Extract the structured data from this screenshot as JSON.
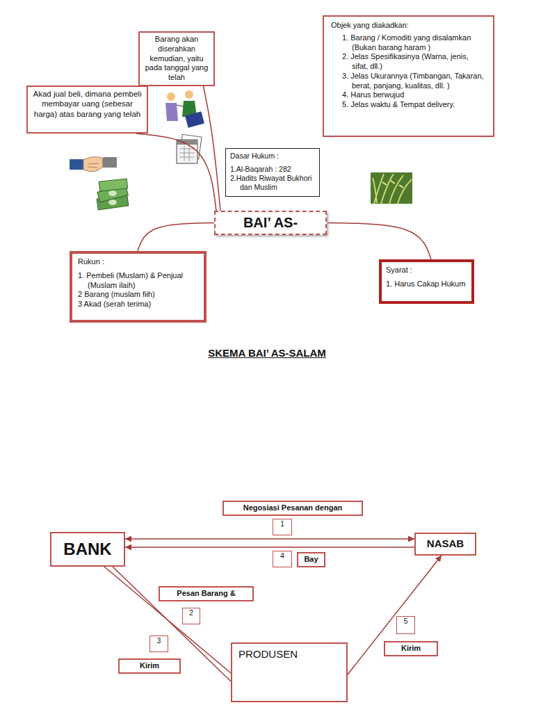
{
  "diagram": {
    "title": "SKEMA BAI’ AS-SALAM",
    "nodes": [
      {
        "text": [
          "Objek yang diakadkan:",
          "1. Barang / Komoditi yang disalamkan (Bukan barang haram )",
          "2. Jelas Spesifikasinya (Warna, jenis, sifat, dll.)",
          "3. Jelas Ukurannya (Timbangan, Takaran, berat, panjang, kualitas, dll. )",
          "4. Harus berwujud",
          "5. Jelas waktu & Tempat delivery."
        ]
      },
      {
        "text": [
          "Barang akan diserahkan kemudian, yaitu pada tanggal yang telah"
        ]
      },
      {
        "text": [
          "Akad jual beli, dimana pembeli membayar uang (sebesar harga) atas barang yang telah"
        ]
      },
      {
        "text": [
          "Dasar Hukum :",
          "1.Al-Baqarah : 282",
          "2.Hadits Riwayat Bukhori dan Muslim"
        ]
      },
      {
        "text": [
          "BAI’ AS-"
        ]
      },
      {
        "text": [
          "Rukun :",
          "1. Pembeli (Muslam) & Penjual (Muslam ilaih)",
          "2 Barang (muslam fiih)",
          "3 Akad (serah terima)"
        ]
      },
      {
        "text": [
          "Syarat :",
          "1. Harus Cakap Hukum"
        ]
      },
      {
        "text": [
          "Negosiasi Pesanan dengan"
        ]
      },
      {
        "text": [
          "1"
        ]
      },
      {
        "text": [
          "BANK"
        ]
      },
      {
        "text": [
          "NASAB"
        ]
      },
      {
        "text": [
          "4"
        ]
      },
      {
        "text": [
          "Bay"
        ]
      },
      {
        "text": [
          "Pesan Barang &"
        ]
      },
      {
        "text": [
          "2"
        ]
      },
      {
        "text": [
          "5"
        ]
      },
      {
        "text": [
          "3"
        ]
      },
      {
        "text": [
          "Kirim"
        ]
      },
      {
        "text": [
          "PRODUSEN"
        ]
      },
      {
        "text": [
          "Kirim"
        ]
      }
    ],
    "edges": [
      {
        "from": 2,
        "to": 4,
        "arrow": "none"
      },
      {
        "from": 1,
        "to": 4,
        "arrow": "none"
      },
      {
        "from": 4,
        "to": 5,
        "arrow": "none"
      },
      {
        "from": 4,
        "to": 6,
        "arrow": "none"
      },
      {
        "from": 9,
        "to": 10,
        "arrow": "both"
      },
      {
        "from": 10,
        "to": 9,
        "arrow": "to"
      },
      {
        "from": 9,
        "to": 18,
        "arrow": "none"
      },
      {
        "from": 18,
        "to": 9,
        "arrow": "none"
      },
      {
        "from": 18,
        "to": 10,
        "arrow": "to"
      }
    ]
  }
}
